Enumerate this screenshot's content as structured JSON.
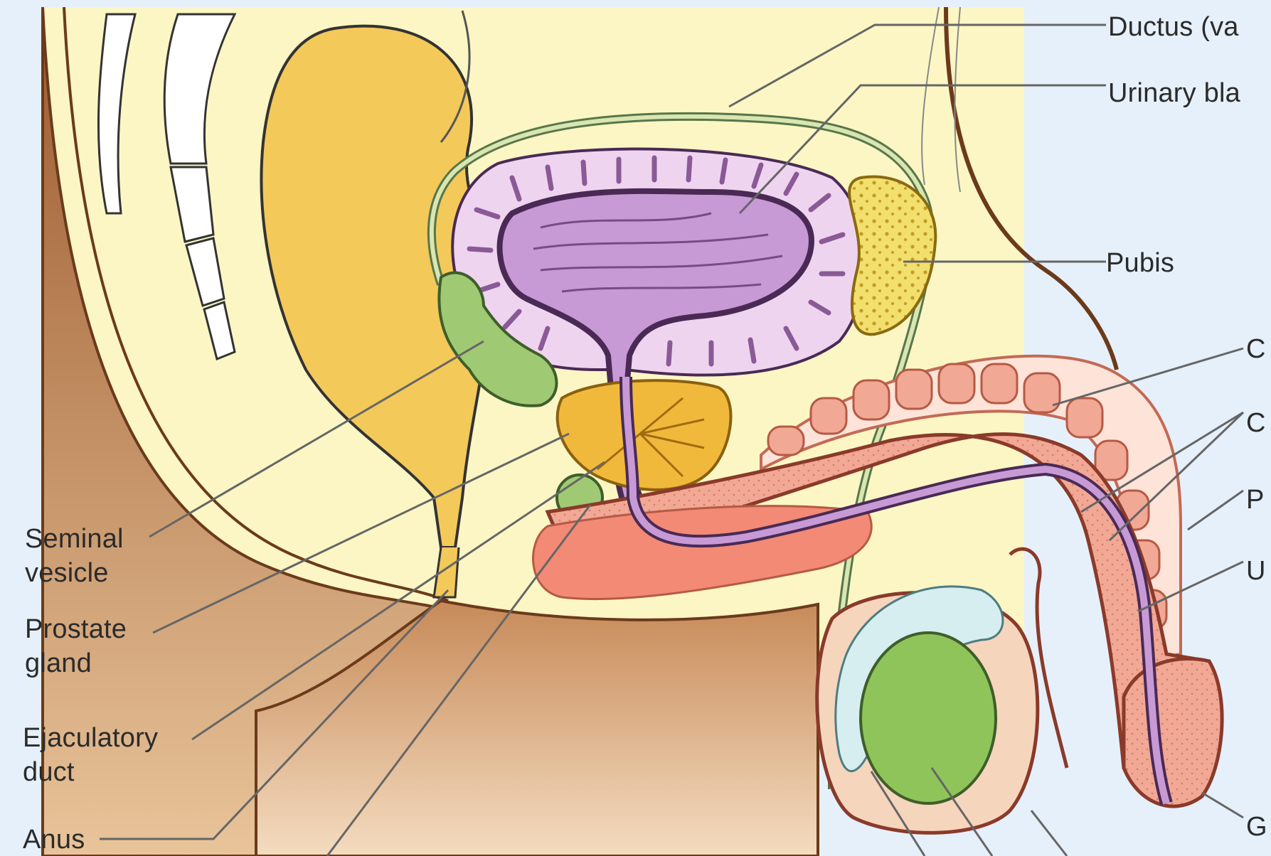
{
  "labels": {
    "ductus": "Ductus (va",
    "urinary_bladder": "Urinary bla",
    "pubis": "Pubis",
    "c1": "C",
    "c2": "C",
    "p": "P",
    "u": "U",
    "g": "G",
    "seminal_vesicle": [
      "Seminal",
      "vesicle"
    ],
    "prostate_gland": [
      "Prostate",
      "gland"
    ],
    "ejaculatory_duct": [
      "Ejaculatory",
      "duct"
    ],
    "anus": "Anus"
  },
  "colors": {
    "background": "#fbf6c4",
    "skin": "#a8693d",
    "rectum": "#f3c95a",
    "bladder_wall": "#efd4f0",
    "bladder_lumen": "#c79ad6",
    "prostate": "#f1b93b",
    "seminal_vesicle": "#9fca73",
    "penis_tissue": "#f1a895",
    "testis": "#8fc45a",
    "epididymis": "#d6eef0",
    "pubis": "#f1df6e",
    "urethra": "#b98ad0",
    "ductus": "#d8e6b0"
  }
}
